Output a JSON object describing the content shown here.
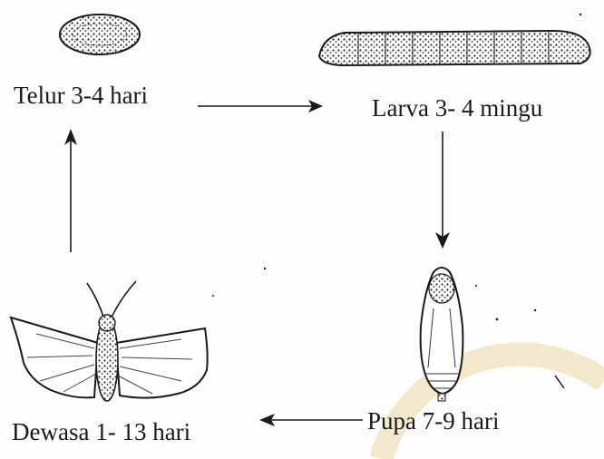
{
  "stages": {
    "egg": {
      "label": "Telur 3-4 hari"
    },
    "larva": {
      "label": "Larva 3- 4 mingu"
    },
    "pupa": {
      "label": "Pupa 7-9 hari"
    },
    "adult": {
      "label": "Dewasa 1- 13 hari"
    }
  },
  "colors": {
    "ink": "#1a1a1a",
    "paper": "#fdfdfb",
    "watermark": "#e9d7a4"
  },
  "icons": {
    "egg": "egg-icon",
    "larva": "caterpillar-icon",
    "pupa": "pupa-icon",
    "adult": "moth-icon"
  }
}
